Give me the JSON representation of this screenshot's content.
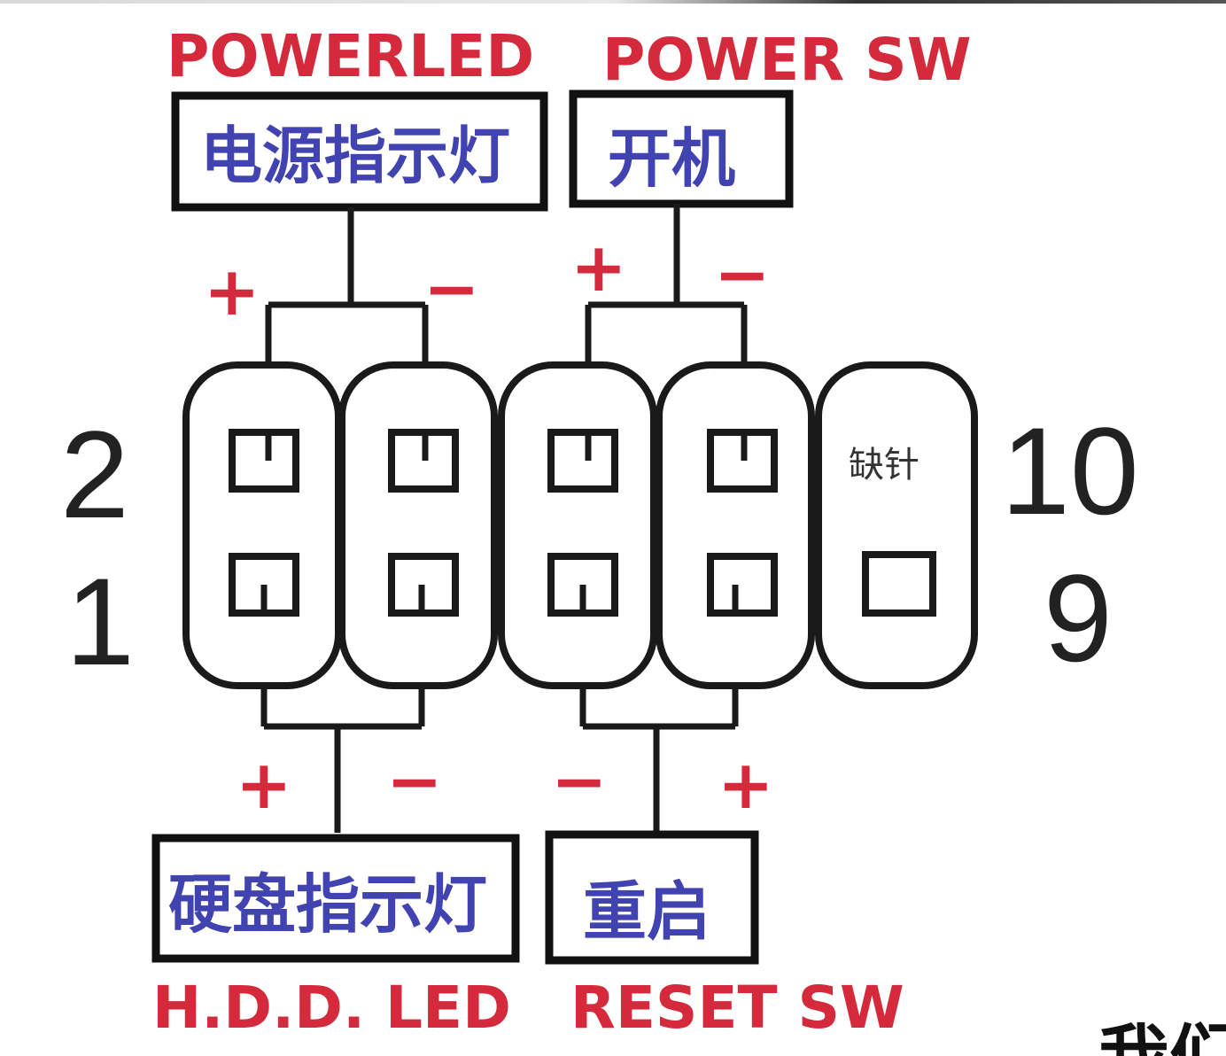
{
  "title": "Motherboard front panel header (F_PANEL) pinout",
  "groups": {
    "power_led": {
      "en": "POWERLED",
      "zh": "电源指示灯",
      "pos_sign": "+",
      "neg_sign": "−"
    },
    "power_sw": {
      "en": "POWER SW",
      "zh": "开机",
      "pos_sign": "+",
      "neg_sign": "−"
    },
    "hdd_led": {
      "en": "H.D.D. LED",
      "zh": "硬盘指示灯",
      "pos_sign": "+",
      "neg_sign": "−"
    },
    "reset_sw": {
      "en": "RESET SW",
      "zh": "重启",
      "pos_sign": "+",
      "neg_sign": "−"
    }
  },
  "pin_labels": {
    "top_left": "2",
    "bottom_left": "1",
    "top_right": "10",
    "bottom_right": "9"
  },
  "missing_pin": "缺针",
  "corner_text": "我们",
  "colors": {
    "english_label": "#d42a3c",
    "chinese_label": "#4143b0",
    "line": "#1a1a1a"
  }
}
